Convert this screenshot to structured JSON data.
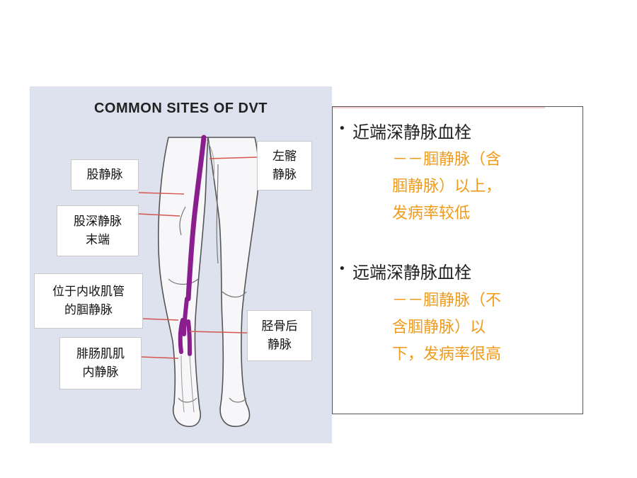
{
  "figure": {
    "title": "COMMON SITES OF DVT",
    "labels": {
      "femoral_vein": [
        "股静脉"
      ],
      "deep_femoral_vein_end": [
        "股深静脉",
        "末端"
      ],
      "adductor_canal_popliteal": [
        "位于内收肌管",
        "的腘静脉"
      ],
      "gastrocnemius_vein": [
        "腓肠肌肌",
        "内静脉"
      ],
      "left_iliac_vein": [
        "左髂",
        "静脉"
      ],
      "posterior_tibial_vein": [
        "胫骨后",
        "静脉"
      ]
    },
    "colors": {
      "vein": "#8b1e8f",
      "leader_line": "#d4564e",
      "background": "#dde2ee"
    }
  },
  "panel": {
    "bullets": [
      {
        "title": "近端深静脉血栓",
        "lines": [
          "－－腘静脉（含",
          "腘静脉）以上，",
          "发病率较低"
        ]
      },
      {
        "title": "远端深静脉血栓",
        "lines": [
          "－－腘静脉（不",
          "含腘静脉）以",
          "下，发病率很高"
        ]
      }
    ],
    "colors": {
      "title": "#222222",
      "sub": "#f09a1a"
    }
  }
}
